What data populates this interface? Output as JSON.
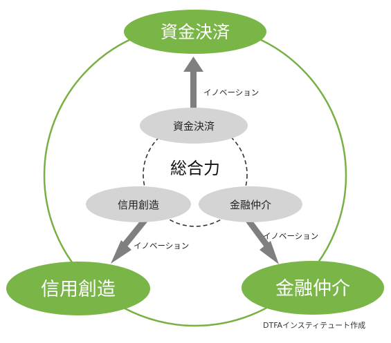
{
  "colors": {
    "green": "#7ab547",
    "ring": "#77b043",
    "grey_oval": "#d4d4d4",
    "arrow": "#7f7f7f",
    "dash": "#333333"
  },
  "outer": {
    "top": "資金決済",
    "left": "信用創造",
    "right": "金融仲介"
  },
  "inner": {
    "top": "資金決済",
    "left": "信用創造",
    "right": "金融仲介",
    "center": "総合力"
  },
  "arrows": {
    "up": "イノベーション",
    "left": "イノベーション",
    "right": "イノベーション"
  },
  "credit": "DTFAインスティテュート作成"
}
